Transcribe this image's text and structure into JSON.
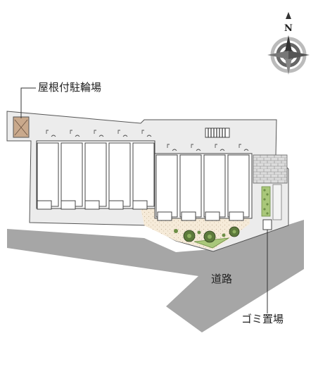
{
  "compass": {
    "north_label": "N",
    "icon": "compass-rose-icon"
  },
  "labels": {
    "bicycle_parking": "屋根付駐輪場",
    "road": "道路",
    "garbage_area": "ゴミ置場"
  },
  "colors": {
    "road": "#a6a6a6",
    "site": "#ececec",
    "building": "#ffffff",
    "outline": "#444444",
    "garden": "#f6ebd9",
    "greenery": "#6e8f47",
    "lawn": "#a9c77a",
    "bicycle_shed": "#c9a98c",
    "brick": "#d8d8d8"
  }
}
